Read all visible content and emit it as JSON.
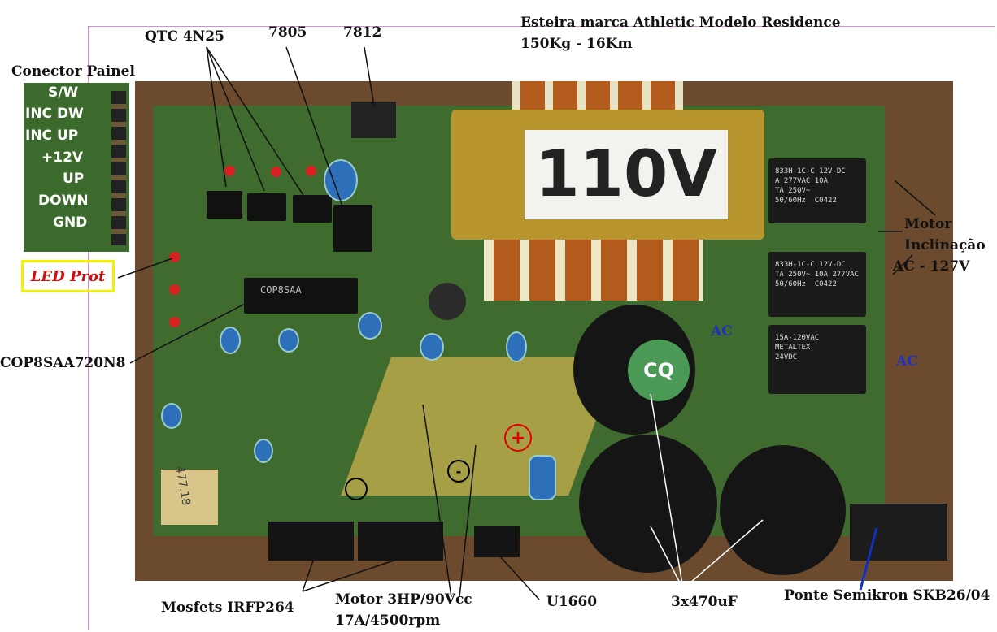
{
  "header": {
    "title_line1": "Esteira marca Athletic   Modelo Residence",
    "title_line2": "150Kg - 16Km"
  },
  "labels": {
    "qtc": "QTC 4N25",
    "v7805": "7805",
    "v7812": "7812",
    "conector": "Conector Painel",
    "led_prot": "LED Prot",
    "cop": "COP8SAA720N8",
    "motor_incl_1": "Motor",
    "motor_incl_2": "Inclinação",
    "motor_incl_3": "AC - 127V",
    "ac1": "AC",
    "ac2": "AC",
    "mosfets": "Mosfets IRFP264",
    "motor_main_1": "Motor 3HP/90Vcc",
    "motor_main_2": "17A/4500rpm",
    "u1660": "U1660",
    "caps": "3x470uF",
    "ponte": "Ponte Semikron SKB26/04"
  },
  "inset": {
    "pins": [
      "S/W",
      "INC DW",
      "INC UP",
      "+12V",
      "UP",
      "DOWN",
      "GND"
    ]
  },
  "board": {
    "transformer_label": "110V",
    "green_cap_label": "CQ",
    "plus_sign": "+",
    "minus_sign": "-",
    "relay1": "833H-1C-C 12V-DC\nA 277VAC 10A\nTA 250V~\n50/60Hz  C0422",
    "relay2": "833H-1C-C 12V-DC\nTA 250V~ 10A 277VAC\n50/60Hz  C0422",
    "relay3": "15A-120VAC\nMETALTEX\n24VDC",
    "ic_marking": "COP8SAA",
    "sticker": "477.18"
  },
  "colors": {
    "annotation_line": "#111111",
    "led_label": "#d01010",
    "led_box": "#f4f000",
    "ac_label": "#2030c0",
    "frame": "#d58fd5"
  }
}
